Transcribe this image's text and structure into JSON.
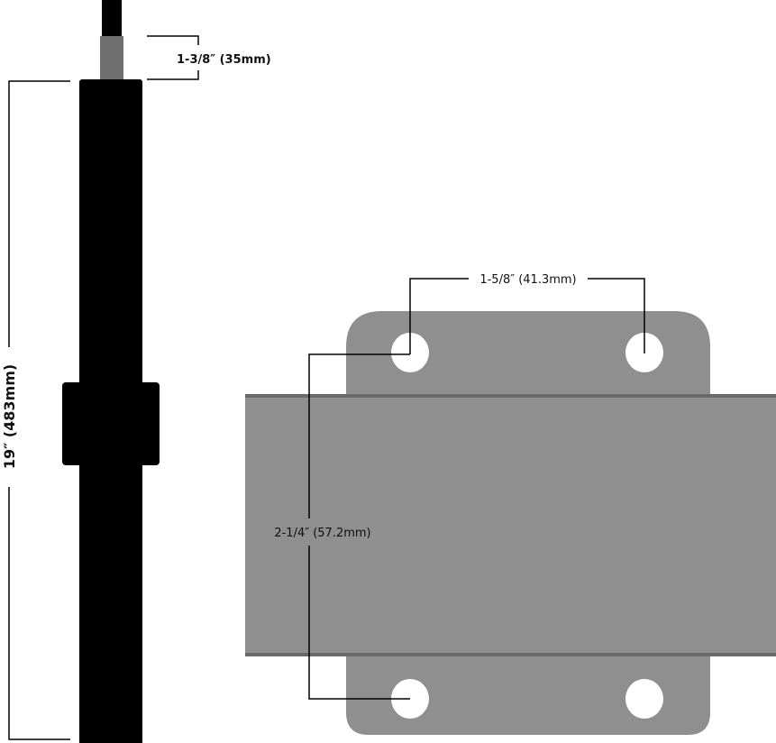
{
  "dimensions": {
    "cable_length": "1-3/8″ (35mm)",
    "rod_length": "19″ (483mm)",
    "hole_spacing_horizontal": "1-5/8″ (41.3mm)",
    "hole_spacing_vertical": "2-1/4″ (57.2mm)"
  },
  "colors": {
    "rod": "#000000",
    "cable_sleeve": "#6e6e6e",
    "plate": "#8f8f8f",
    "channel": "#8f8f8f",
    "channel_edge": "#6a6a6a"
  }
}
